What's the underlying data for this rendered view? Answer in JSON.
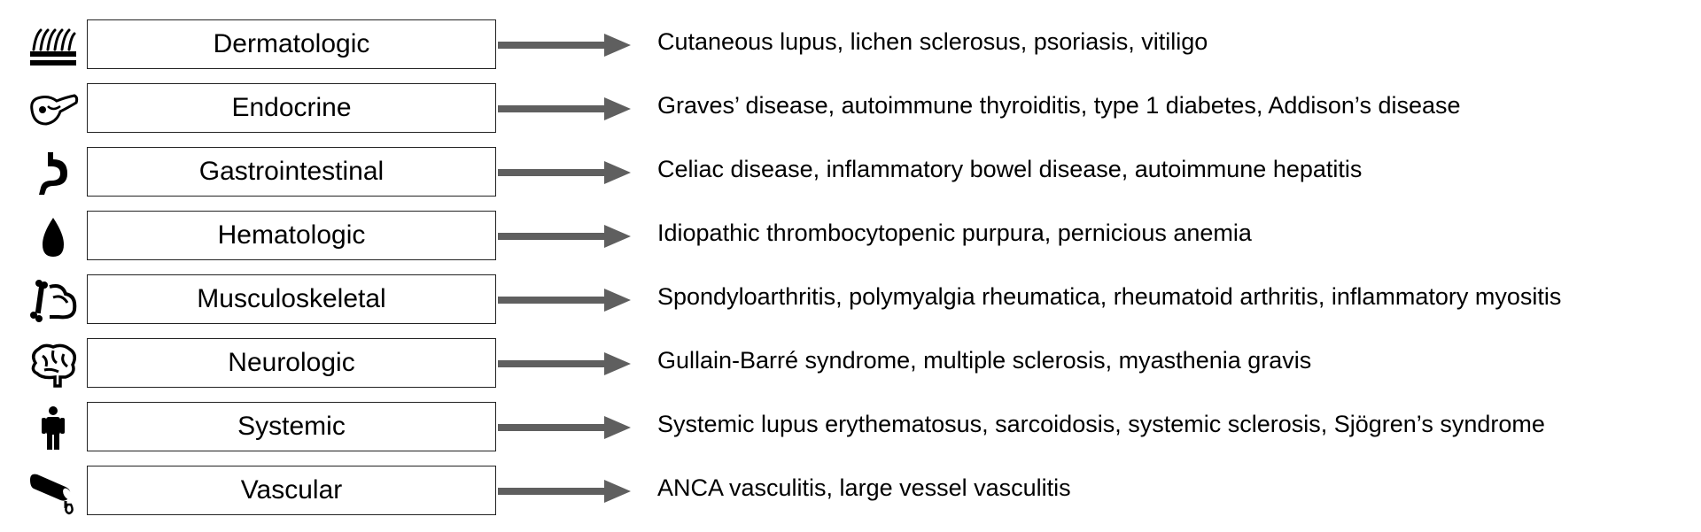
{
  "rows": [
    {
      "category": "Dermatologic",
      "icon": "hair-skin-icon",
      "examples": "Cutaneous lupus, lichen sclerosus, psoriasis, vitiligo"
    },
    {
      "category": "Endocrine",
      "icon": "pancreas-icon",
      "examples": "Graves’ disease, autoimmune thyroiditis, type 1 diabetes, Addison’s disease"
    },
    {
      "category": "Gastrointestinal",
      "icon": "stomach-icon",
      "examples": "Celiac disease, inflammatory bowel disease, autoimmune hepatitis"
    },
    {
      "category": "Hematologic",
      "icon": "blood-drop-icon",
      "examples": "Idiopathic thrombocytopenic purpura, pernicious anemia"
    },
    {
      "category": "Musculoskeletal",
      "icon": "bone-muscle-icon",
      "examples": "Spondyloarthritis, polymyalgia rheumatica, rheumatoid arthritis, inflammatory myositis"
    },
    {
      "category": "Neurologic",
      "icon": "brain-icon",
      "examples": "Gullain-Barré syndrome, multiple sclerosis, myasthenia gravis"
    },
    {
      "category": "Systemic",
      "icon": "person-icon",
      "examples": "Systemic lupus erythematosus, sarcoidosis, systemic sclerosis, Sjögren’s syndrome"
    },
    {
      "category": "Vascular",
      "icon": "blood-vessel-icon",
      "examples": "ANCA vasculitis, large vessel vasculitis"
    }
  ],
  "colors": {
    "arrow": "#5f5f5f",
    "icon": "#000000",
    "box_border": "#222222"
  }
}
